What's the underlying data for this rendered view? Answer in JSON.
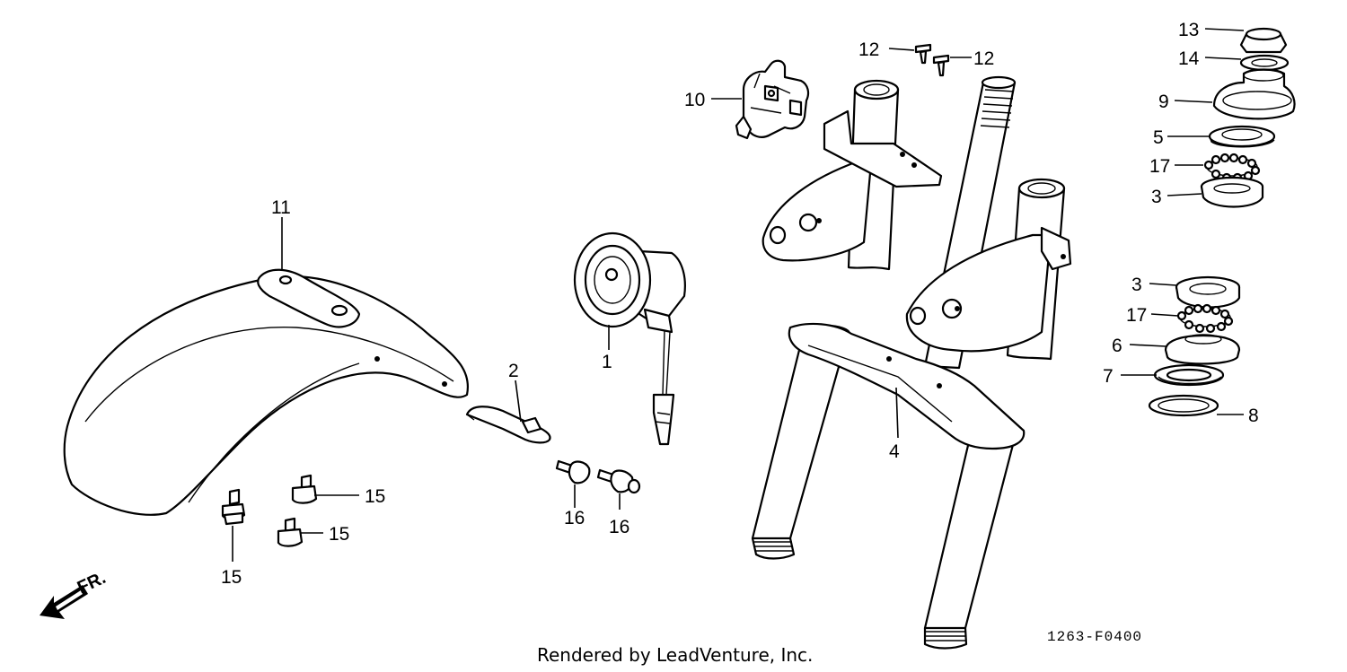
{
  "diagram": {
    "credit": "Rendered by LeadVenture, Inc.",
    "drawing_code": "1263-F0400",
    "direction_label": "FR.",
    "callouts": [
      {
        "id": "c11",
        "label": "11"
      },
      {
        "id": "c10",
        "label": "10"
      },
      {
        "id": "c12a",
        "label": "12"
      },
      {
        "id": "c12b",
        "label": "12"
      },
      {
        "id": "c13",
        "label": "13"
      },
      {
        "id": "c14",
        "label": "14"
      },
      {
        "id": "c9",
        "label": "9"
      },
      {
        "id": "c5",
        "label": "5"
      },
      {
        "id": "c17a",
        "label": "17"
      },
      {
        "id": "c3a",
        "label": "3"
      },
      {
        "id": "c3b",
        "label": "3"
      },
      {
        "id": "c17b",
        "label": "17"
      },
      {
        "id": "c6",
        "label": "6"
      },
      {
        "id": "c7",
        "label": "7"
      },
      {
        "id": "c8",
        "label": "8"
      },
      {
        "id": "c1",
        "label": "1"
      },
      {
        "id": "c2",
        "label": "2"
      },
      {
        "id": "c4",
        "label": "4"
      },
      {
        "id": "c15a",
        "label": "15"
      },
      {
        "id": "c15b",
        "label": "15"
      },
      {
        "id": "c15c",
        "label": "15"
      },
      {
        "id": "c16a",
        "label": "16"
      },
      {
        "id": "c16b",
        "label": "16"
      }
    ]
  }
}
